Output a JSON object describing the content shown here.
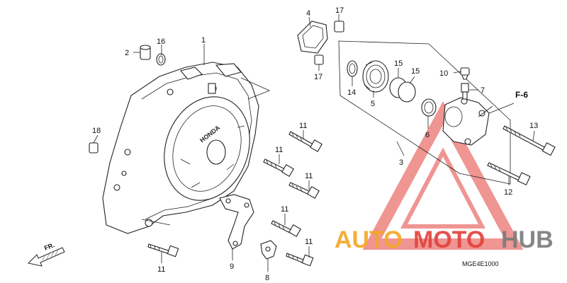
{
  "callouts": {
    "c1": "1",
    "c2": "2",
    "c3": "3",
    "c4": "4",
    "c5": "5",
    "c6": "6",
    "c7": "7",
    "c8": "8",
    "c9": "9",
    "c10": "10",
    "c11a": "11",
    "c11b": "11",
    "c11c": "11",
    "c11d": "11",
    "c11e": "11",
    "c11f": "11",
    "c12": "12",
    "c13": "13",
    "c14": "14",
    "c15a": "15",
    "c15b": "15",
    "c16": "16",
    "c17a": "17",
    "c17b": "17",
    "c18": "18"
  },
  "reference_label": "F-6",
  "direction_label": "FR.",
  "drawing_code": "MGE4E1000",
  "cover_brand": "HONDA",
  "watermark": {
    "part1": "AUTO",
    "part2": "MOTO",
    "part3": "HUB",
    "color_orange": "#f5a623",
    "color_red": "#e2403a",
    "color_gray": "#7a7a7a"
  }
}
